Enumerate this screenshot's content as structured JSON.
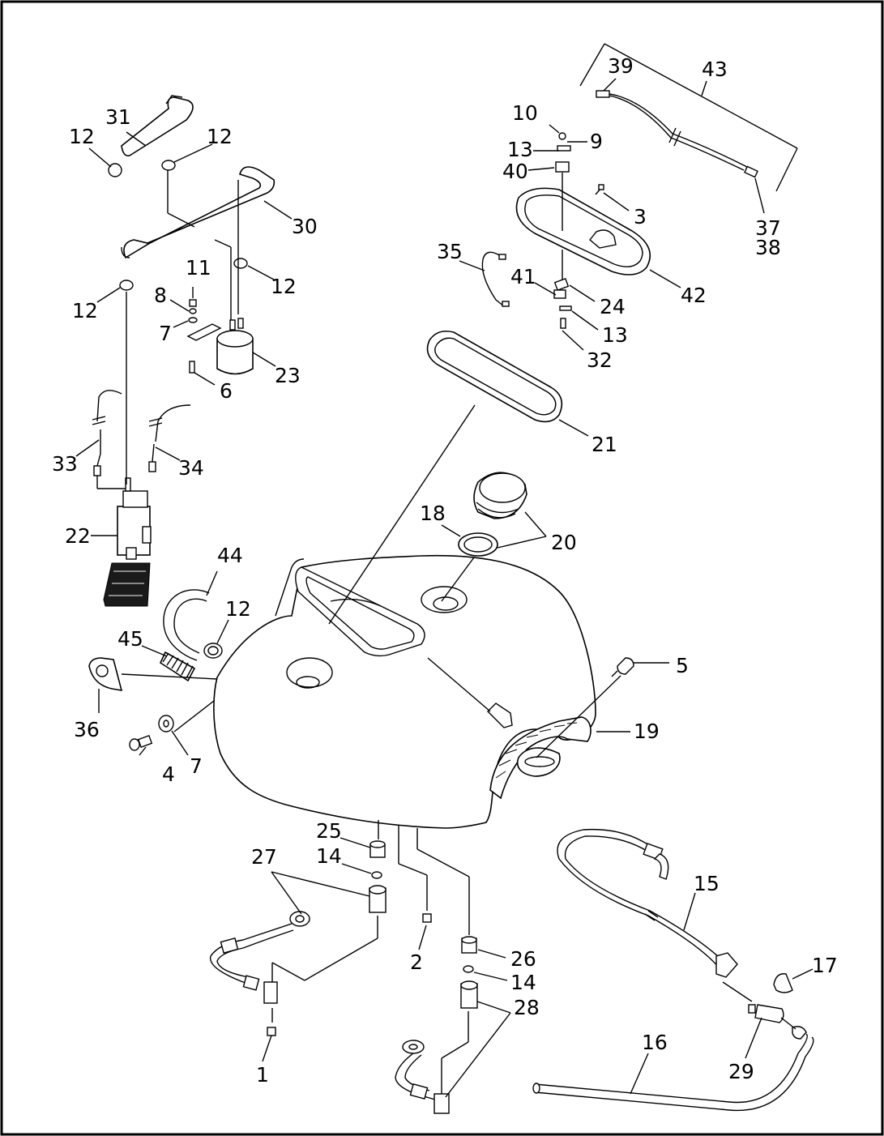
{
  "callouts": {
    "c1": "1",
    "c2": "2",
    "c3": "3",
    "c4": "4",
    "c5": "5",
    "c6": "6",
    "c7a": "7",
    "c7b": "7",
    "c8": "8",
    "c9": "9",
    "c10": "10",
    "c11": "11",
    "c12a": "12",
    "c12b": "12",
    "c12c": "12",
    "c12d": "12",
    "c12e": "12",
    "c13a": "13",
    "c13b": "13",
    "c14a": "14",
    "c14b": "14",
    "c15": "15",
    "c16": "16",
    "c17": "17",
    "c18": "18",
    "c19": "19",
    "c20": "20",
    "c21": "21",
    "c22": "22",
    "c23": "23",
    "c24": "24",
    "c25": "25",
    "c26": "26",
    "c27": "27",
    "c28": "28",
    "c29": "29",
    "c30": "30",
    "c31": "31",
    "c32": "32",
    "c33": "33",
    "c34": "34",
    "c35": "35",
    "c36": "36",
    "c37": "37",
    "c38": "38",
    "c39": "39",
    "c40": "40",
    "c41": "41",
    "c42": "42",
    "c43": "43",
    "c44": "44",
    "c45": "45"
  }
}
